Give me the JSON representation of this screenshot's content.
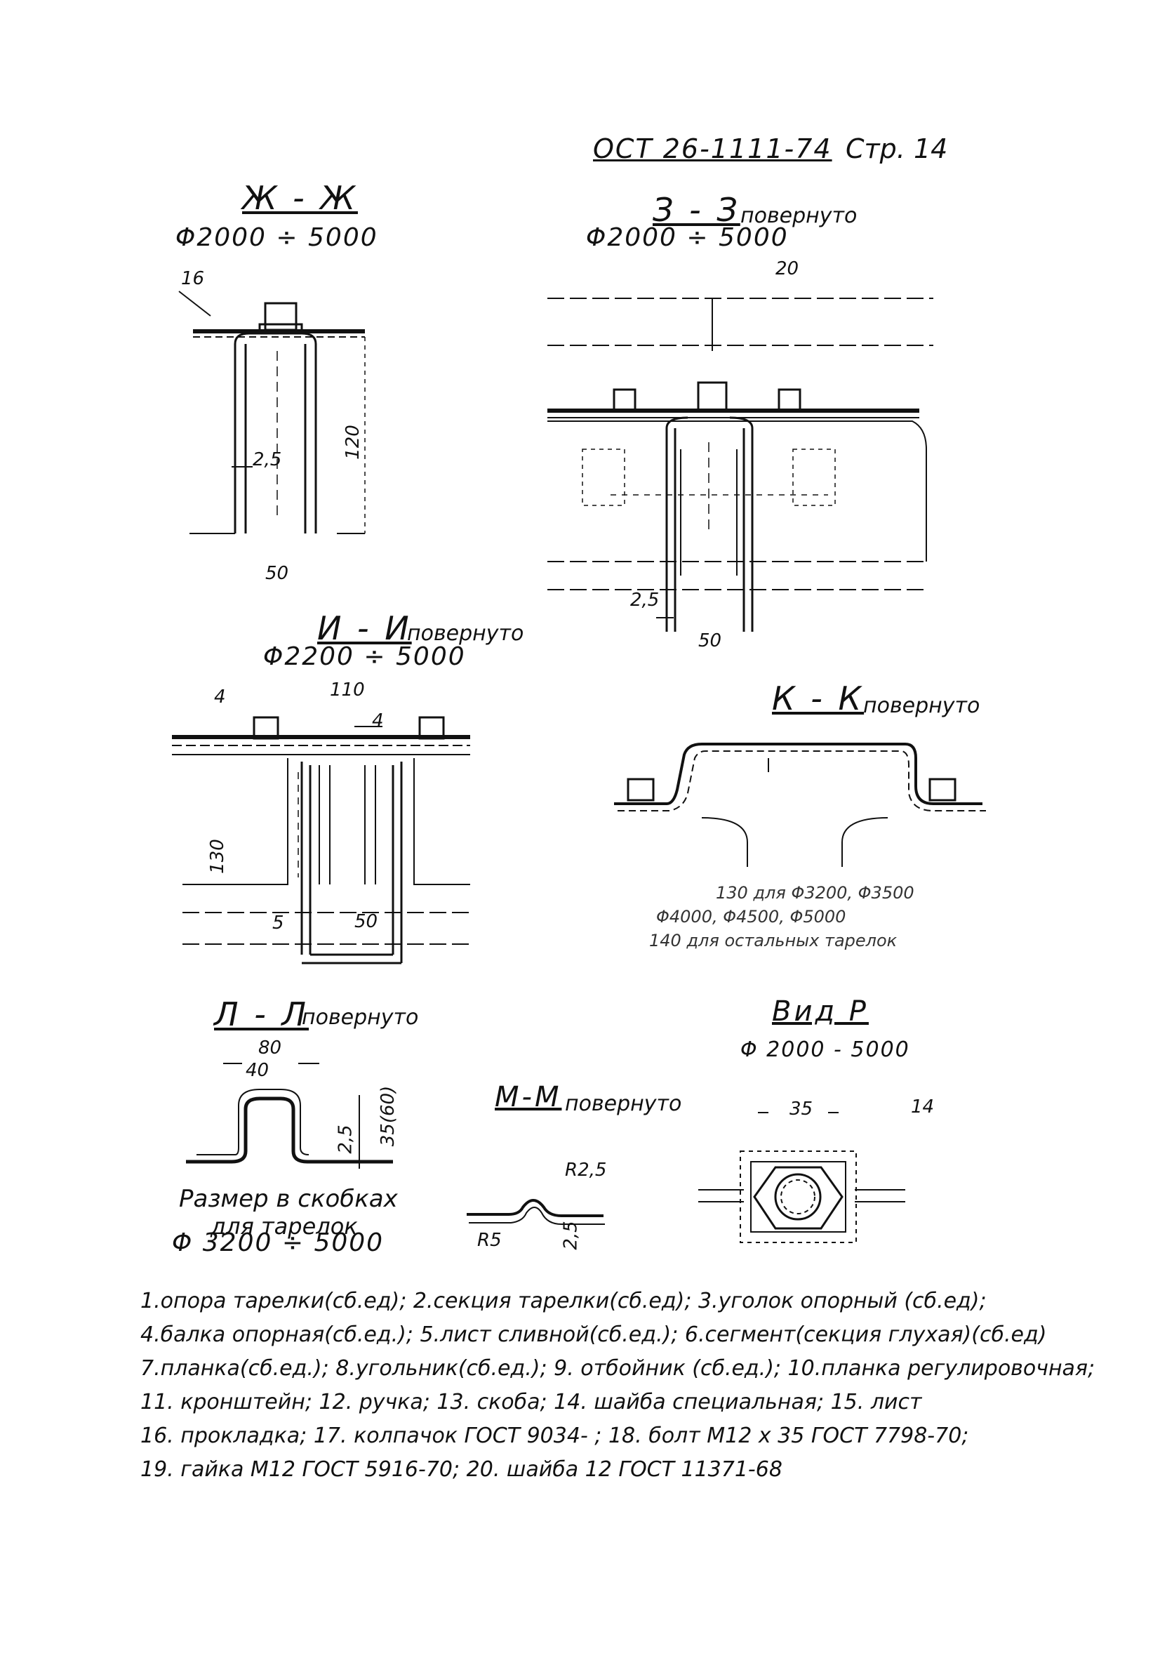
{
  "header": {
    "doc_code": "ОСТ 26-1111-74",
    "page": "Стр. 14"
  },
  "sections": {
    "zh": {
      "title": "Ж - Ж",
      "range": "Φ2000 ÷ 5000",
      "dims": [
        "16",
        "120",
        "2,5",
        "50"
      ]
    },
    "z": {
      "title": "З - З",
      "note": "повернуто",
      "range": "Φ2000 ÷ 5000",
      "dims": [
        "20",
        "2,5",
        "50"
      ]
    },
    "i": {
      "title": "И - И",
      "note": "повернуто",
      "range": "Φ2200 ÷ 5000",
      "dims": [
        "4",
        "110",
        "4",
        "130",
        "5",
        "50"
      ]
    },
    "k": {
      "title": "К - К",
      "note": "повернуто",
      "notes": [
        "130 для Φ3200, Φ3500",
        "Φ4000, Φ4500, Φ5000",
        "140 для остальных тарелок"
      ]
    },
    "l": {
      "title": "Л - Л",
      "note": "повернуто",
      "dims": [
        "80",
        "40",
        "2,5",
        "35(60)"
      ],
      "caption": [
        "Размер в скобках",
        "для тарелок"
      ],
      "range": "Φ 3200 ÷ 5000"
    },
    "m": {
      "title": "М-М",
      "note": "повернуто",
      "dims": [
        "R2,5",
        "R5",
        "2,5"
      ]
    },
    "view": {
      "title": "Вид Р",
      "range": "Φ 2000 - 5000",
      "dims": [
        "35",
        "14"
      ]
    }
  },
  "legend": [
    "1.опора тарелки(сб.ед); 2.секция тарелки(сб.ед); 3.уголок опорный (сб.ед);",
    "4.балка опорная(сб.ед.); 5.лист сливной(сб.ед.); 6.сегмент(секция глухая)(сб.ед)",
    "7.планка(сб.ед.); 8.угольник(сб.ед.); 9. отбойник (сб.ед.); 10.планка регулировочная;",
    "11. кронштейн; 12. ручка; 13. скоба; 14. шайба специальная; 15. лист",
    "16. прокладка; 17. колпачок ГОСТ 9034- ; 18. болт М12 х 35 ГОСТ 7798-70;",
    "19. гайка М12 ГОСТ 5916-70; 20. шайба 12 ГОСТ 11371-68"
  ]
}
